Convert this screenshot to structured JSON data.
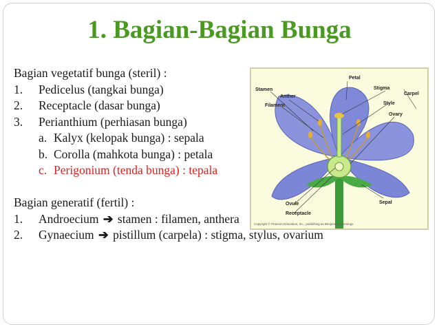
{
  "title": "1. Bagian-Bagian Bunga",
  "vegetatif": {
    "heading": "Bagian vegetatif bunga (steril) :",
    "items": [
      {
        "num": "1.",
        "text": "Pedicelus (tangkai bunga)"
      },
      {
        "num": "2.",
        "text": "Receptacle (dasar bunga)"
      },
      {
        "num": "3.",
        "text": "Perianthium (perhiasan bunga)"
      }
    ],
    "subitems": [
      {
        "letter": "a.",
        "text": "Kalyx (kelopak bunga) : sepala"
      },
      {
        "letter": "b.",
        "text": "Corolla (mahkota bunga) : petala"
      },
      {
        "letter": "c.",
        "text": "Perigonium (tenda bunga) : tepala"
      }
    ]
  },
  "generatif": {
    "heading": "Bagian generatif (fertil) :",
    "items": [
      {
        "num": "1.",
        "before": "Androecium",
        "arrow": "➔",
        "after": "stamen : filamen, anthera"
      },
      {
        "num": "2.",
        "before": "Gynaecium",
        "arrow": "➔",
        "after": "pistillum (carpela) : stigma, stylus, ovarium"
      }
    ]
  },
  "figure": {
    "labels": {
      "petal": "Petal",
      "stamen": "Stamen",
      "anther": "Anther",
      "filament": "Filament",
      "stigma": "Stigma",
      "carpel": "Carpel",
      "style": "Style",
      "ovary": "Ovary",
      "ovule": "Ovule",
      "receptacle": "Receptacle",
      "sepal": "Sepal"
    },
    "copyright": "Copyright © Pearson Education, Inc., publishing as Benjamin Cummings."
  },
  "colors": {
    "title": "#4a9a22",
    "highlight": "#e02020",
    "petal": "#7b86d6",
    "stem": "#3a9a3a"
  }
}
